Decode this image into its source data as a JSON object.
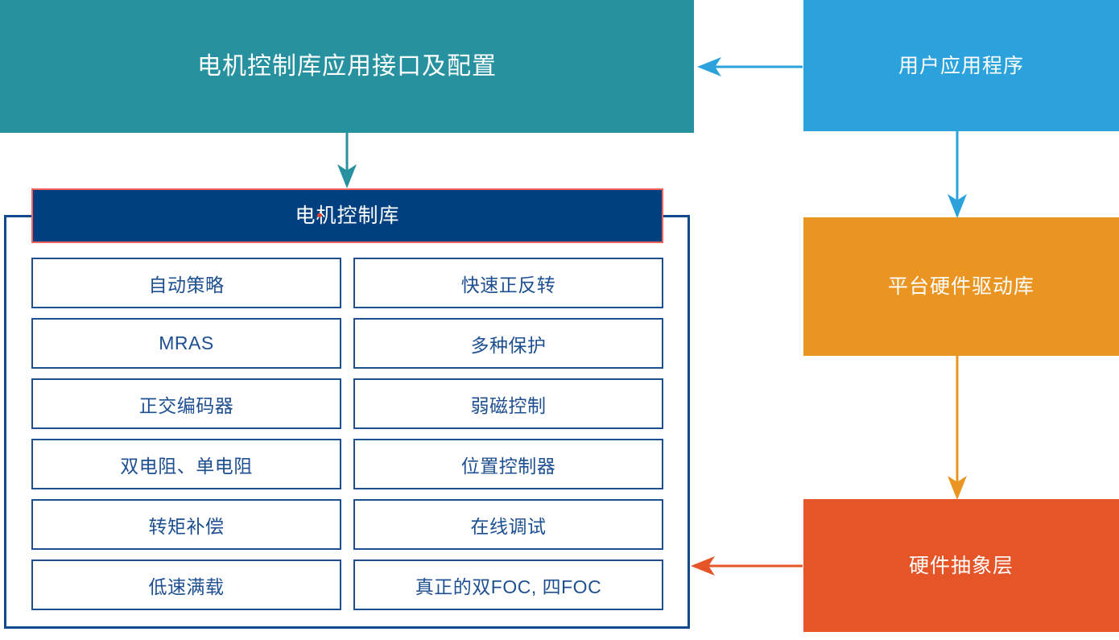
{
  "diagram": {
    "title": "Motor Control Library Architecture",
    "colors": {
      "teal": "#2791a0",
      "blue": "#2ca2dd",
      "orange": "#ea9522",
      "red": "#e55527",
      "navy": "#004080",
      "border_blue": "#1d4f91",
      "container_blue": "#134a8e",
      "selection_red": "#f4645a"
    },
    "top_banner": {
      "label": "电机控制库应用接口及配置"
    },
    "user_app": {
      "label": "用户应用程序"
    },
    "platform_driver": {
      "label": "平台硬件驱动库"
    },
    "hal": {
      "label": "硬件抽象层"
    },
    "library": {
      "header_label": "电机控制库",
      "features": [
        {
          "left": "自动策略",
          "right": "快速正反转"
        },
        {
          "left": "MRAS",
          "right": "多种保护"
        },
        {
          "left": "正交编码器",
          "right": "弱磁控制"
        },
        {
          "left": "双电阻、单电阻",
          "right": "位置控制器"
        },
        {
          "left": "转矩补偿",
          "right": "在线调试"
        },
        {
          "left": "低速满载",
          "right": "真正的双FOC, 四FOC"
        }
      ]
    },
    "connectors": [
      {
        "name": "user-app-to-banner",
        "from": "用户应用程序",
        "to": "电机控制库应用接口及配置",
        "direction": "left",
        "color": "#2ca2dd"
      },
      {
        "name": "banner-to-library",
        "from": "电机控制库应用接口及配置",
        "to": "电机控制库",
        "direction": "down",
        "color": "#2791a0"
      },
      {
        "name": "user-app-to-platform",
        "from": "用户应用程序",
        "to": "平台硬件驱动库",
        "direction": "down",
        "color": "#2ca2dd"
      },
      {
        "name": "platform-to-hal",
        "from": "平台硬件驱动库",
        "to": "硬件抽象层",
        "direction": "down",
        "color": "#ea9522"
      },
      {
        "name": "hal-to-library",
        "from": "硬件抽象层",
        "to": "电机控制库",
        "direction": "left",
        "color": "#e55527"
      }
    ]
  }
}
